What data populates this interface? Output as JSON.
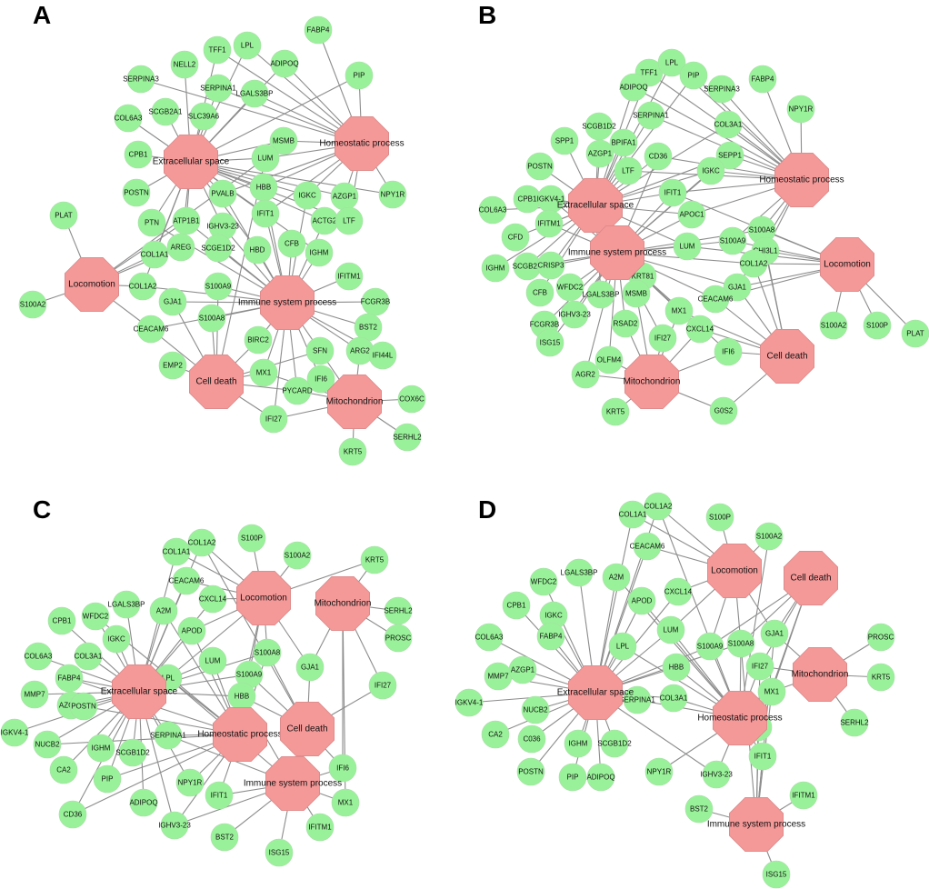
{
  "colors": {
    "gene_node": "#99f299",
    "term_node": "#f59898",
    "edge": "#8c8c8c"
  },
  "panels": [
    {
      "letter": "A",
      "terms": [
        "Extracellular space",
        "Homeostatic process",
        "Locomotion",
        "Immune system process",
        "Cell death",
        "Mitochondrion"
      ],
      "genes": [
        "FABP4",
        "TFF1",
        "LPL",
        "ADIPOQ",
        "PIP",
        "SERPINA3",
        "NELL2",
        "SERPINA1",
        "LGALS3BP",
        "SCGB2A1",
        "COL6A3",
        "SLC39A6",
        "MSMB",
        "CPB1",
        "LUM",
        "POSTN",
        "HBB",
        "IGKC",
        "AZGP1",
        "PVALB",
        "IFIT1",
        "ACTG2",
        "LTF",
        "NPY1R",
        "PLAT",
        "PTN",
        "ATP1B1",
        "IGHV3-23",
        "CFB",
        "IGHM",
        "COL1A1",
        "AREG",
        "SCGE1D2",
        "HBD",
        "COL1A2",
        "S100A9",
        "IFITM1",
        "S100A2",
        "GJA1",
        "FCGR3B",
        "S100A8",
        "CEACAM6",
        "BST2",
        "BIRC2",
        "SFN",
        "ARG2",
        "IFI44L",
        "EMP2",
        "MX1",
        "IFI6",
        "PYCARD",
        "COX6C",
        "IFI27",
        "SERHL2",
        "KRT5"
      ]
    },
    {
      "letter": "B",
      "terms": [
        "Homeostatic process",
        "Extracellular space",
        "Immune system process",
        "Locomotion",
        "Mitochondrion",
        "Cell death"
      ],
      "genes": [
        "TFF1",
        "LPL",
        "PIP",
        "FABP4",
        "ADIPOQ",
        "SERPINA3",
        "NPY1R",
        "SCGB1D2",
        "SERPINA1",
        "COL3A1",
        "SPP1",
        "BPIFA1",
        "AZGP1",
        "CD36",
        "SEPP1",
        "POSTN",
        "LTF",
        "IGKC",
        "CPB1",
        "IGKV4-1",
        "IFIT1",
        "COL6A3",
        "APOC1",
        "IFITM1",
        "S100A8",
        "CFD",
        "S100A9",
        "LUM",
        "CHI3L1",
        "IGHM",
        "SCGB2A",
        "CRISP3",
        "KRT81",
        "COL1A2",
        "CFB",
        "WFDC2",
        "GJA1",
        "LGALS3BP",
        "MSMB",
        "CEACAM6",
        "FCGR3B",
        "IGHV3-23",
        "MX1",
        "RSAD2",
        "CXCL14",
        "S100A2",
        "S100P",
        "PLAT",
        "ISG15",
        "IFI27",
        "IFI6",
        "OLFM4",
        "AGR2",
        "KRT5",
        "G0S2"
      ]
    },
    {
      "letter": "C",
      "terms": [
        "Locomotion",
        "Mitochondrion",
        "Extracellular space",
        "Homeostatic process",
        "Cell death",
        "Immune system process"
      ],
      "genes": [
        "COL1A2",
        "S100P",
        "KRT5",
        "COL1A1",
        "S100A2",
        "CEACAM6",
        "CXCL14",
        "SERHL2",
        "LGALS3BP",
        "A2M",
        "CPB1",
        "WFDC2",
        "APOD",
        "IGKC",
        "PROSC",
        "COL6A3",
        "COL3A1",
        "LUM",
        "S100A8",
        "FABP4",
        "LPL",
        "GJA1",
        "MMP7",
        "S100A9",
        "HBB",
        "IFI27",
        "AZGP1",
        "IGKV4-1",
        "POSTN",
        "NUCB2",
        "SERPINA1",
        "IGHM",
        "CA2",
        "SCGB1D2",
        "IFI6",
        "PIP",
        "NPY1R",
        "IFIT1",
        "MX1",
        "CD36",
        "ADIPOQ",
        "IGHV3-23",
        "BST2",
        "IFITM1",
        "ISG15"
      ]
    },
    {
      "letter": "D",
      "terms": [
        "Locomotion",
        "Cell death",
        "Mitochondrion",
        "Extracellular space",
        "Homeostatic process",
        "Immune system process"
      ],
      "genes": [
        "COL1A1",
        "COL1A2",
        "S100P",
        "S100A2",
        "CEACAM6",
        "LGALS3BP",
        "WFDC2",
        "A2M",
        "CXCL14",
        "APOD",
        "CPB1",
        "IGKC",
        "LUM",
        "FABP4",
        "LPL",
        "COL6A3",
        "GJA1",
        "S100A9",
        "S100A8",
        "PROSC",
        "HBB",
        "MMP7",
        "AZGP1",
        "IFI27",
        "KRT5",
        "MX1",
        "SERPINA1",
        "COL3A1",
        "IGKV4-1",
        "NUCB2",
        "IFI6",
        "SERHL2",
        "CA2",
        "C036",
        "IGHM",
        "SCGB1D2",
        "IFIT1",
        "POSTN",
        "PIP",
        "ADIPOQ",
        "NPY1R",
        "IGHV3-23",
        "IFITM1",
        "BST2",
        "ISG15"
      ]
    }
  ]
}
